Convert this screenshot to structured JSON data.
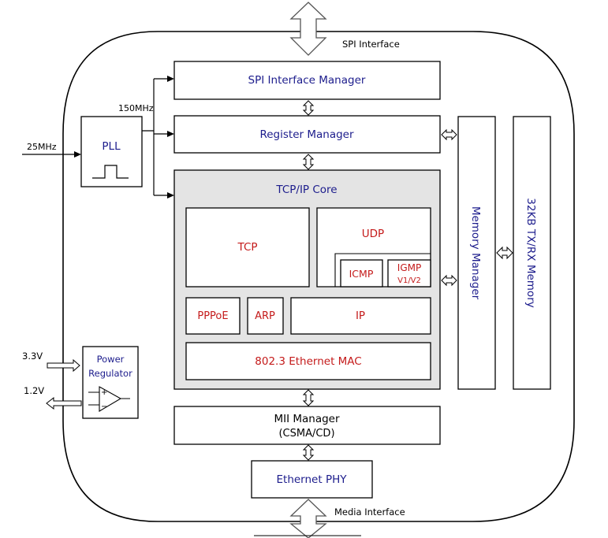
{
  "labels": {
    "spi_interface": "SPI Interface",
    "media_interface": "Media Interface",
    "clk_in": "25MHz",
    "clk_out": "150MHz",
    "v33": "3.3V",
    "v12": "1.2V"
  },
  "blocks": {
    "spi_mgr": "SPI Interface Manager",
    "reg_mgr": "Register Manager",
    "pll": "PLL",
    "core": "TCP/IP Core",
    "tcp": "TCP",
    "udp": "UDP",
    "icmp": "ICMP",
    "igmp_1": "IGMP",
    "igmp_2": "V1/V2",
    "pppoe": "PPPoE",
    "arp": "ARP",
    "ip": "IP",
    "mac": "802.3 Ethernet MAC",
    "power_1": "Power",
    "power_2": "Regulator",
    "mii_1": "MII Manager",
    "mii_2": "(CSMA/CD)",
    "phy": "Ethernet PHY",
    "mem_mgr": "Memory Manager",
    "mem": "32KB TX/RX Memory"
  }
}
